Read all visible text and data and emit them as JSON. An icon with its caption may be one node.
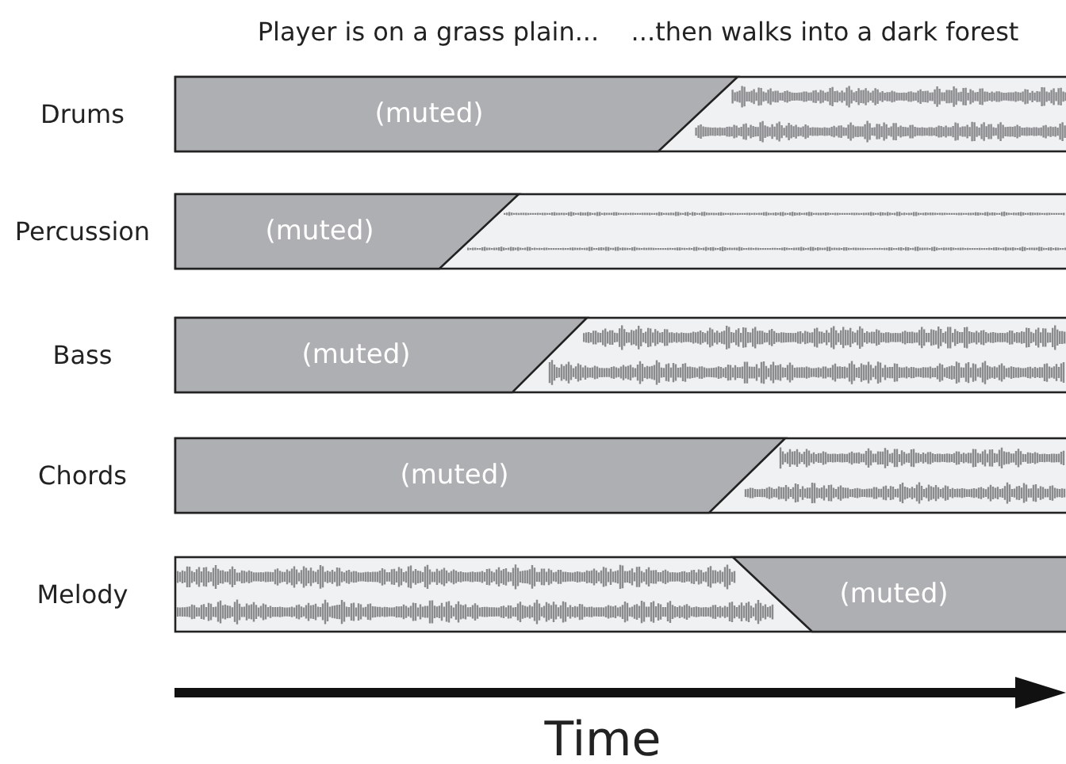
{
  "diagram": {
    "nodes": [
      {
        "text": [
          "(muted)"
        ],
        "beside": [
          "Drums"
        ]
      },
      {
        "text": [
          "(muted)"
        ],
        "beside": [
          "Percussion"
        ]
      },
      {
        "text": [
          "(muted)"
        ],
        "beside": [
          "Bass"
        ]
      },
      {
        "text": [
          "(muted)"
        ],
        "beside": [
          "Chords"
        ]
      },
      {
        "text": [
          "(muted)"
        ],
        "beside": [
          "Melody"
        ]
      }
    ],
    "labels": [
      "Player is on a grass plain...",
      "...then walks into a dark forest",
      "Time"
    ]
  }
}
